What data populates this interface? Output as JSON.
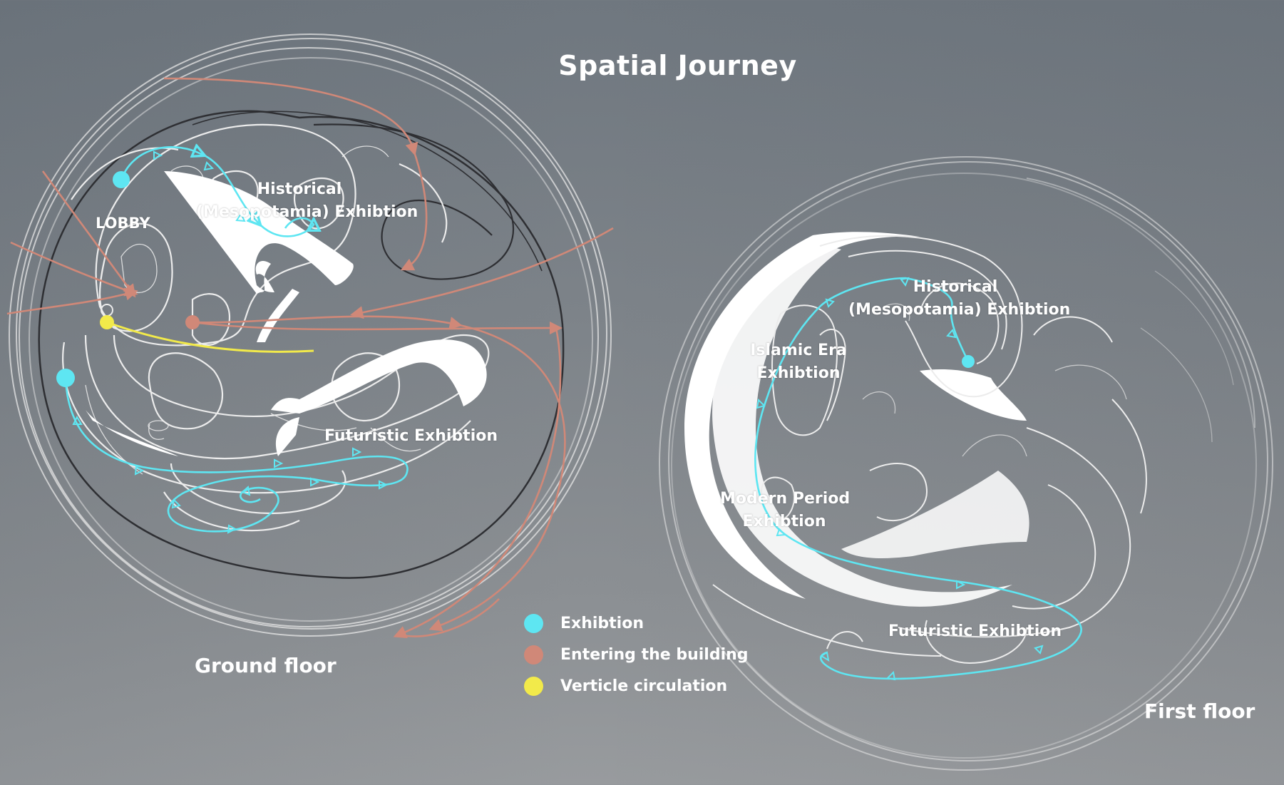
{
  "title": "Spatial Journey",
  "floors": {
    "ground": "Ground floor",
    "first": "First floor"
  },
  "ground_labels": {
    "lobby": "LOBBY",
    "historical_1": "Historical",
    "historical_2": "(Mesopotamia) Exhibtion",
    "futuristic": "Futuristic Exhibtion"
  },
  "first_labels": {
    "historical_1": "Historical",
    "historical_2": "(Mesopotamia) Exhibtion",
    "islamic_1": "Islamic Era",
    "islamic_2": "Exhibtion",
    "modern_1": "Modern Period",
    "modern_2": "Exhibtion",
    "futuristic": "Futuristic Exhibtion"
  },
  "legend": [
    {
      "label": "Exhibtion",
      "color": "#5ee6f2"
    },
    {
      "label": "Entering the building",
      "color": "#d08878"
    },
    {
      "label": "Verticle circulation",
      "color": "#f2ea4a"
    }
  ],
  "colors": {
    "exhibition": "#5ee6f2",
    "entering": "#d08878",
    "vertical": "#f2ea4a",
    "outline": "#ececec",
    "dark_ring": "#2e2f33"
  }
}
